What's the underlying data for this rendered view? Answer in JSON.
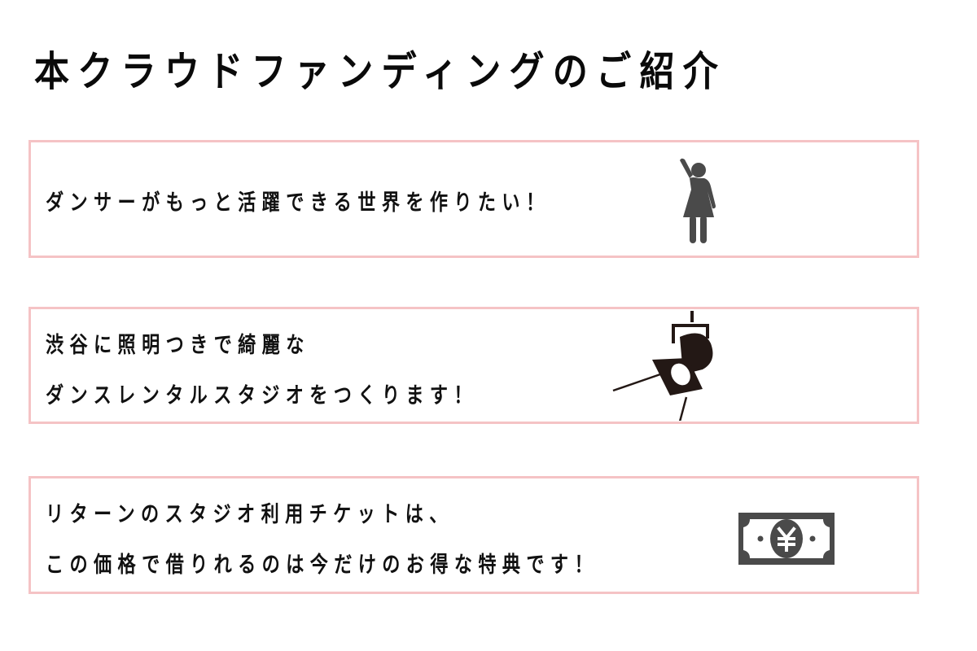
{
  "page": {
    "title": "本クラウドファンディングのご紹介"
  },
  "cards": [
    {
      "lines": [
        "ダンサーがもっと活躍できる世界を作りたい！"
      ],
      "icon": "woman-raising-hand-icon"
    },
    {
      "lines": [
        "渋谷に照明つきで綺麗な",
        "ダンスレンタルスタジオをつくります！"
      ],
      "icon": "spotlight-icon"
    },
    {
      "lines": [
        "リターンのスタジオ利用チケットは、",
        "この価格で借りれるのは今だけのお得な特典です！"
      ],
      "icon": "yen-banknote-icon"
    }
  ],
  "colors": {
    "border": "#f5c3c5",
    "icon_gray": "#4a4a4a",
    "spotlight": "#231815",
    "text": "#111111"
  }
}
